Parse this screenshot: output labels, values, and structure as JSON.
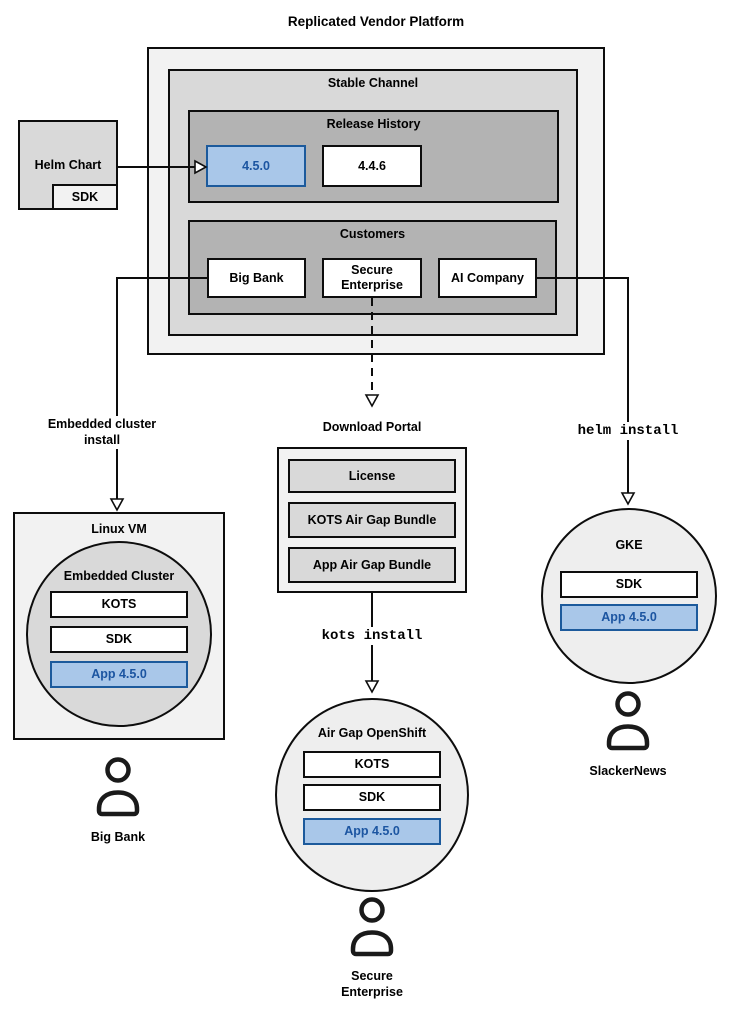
{
  "title": "Replicated Vendor Platform",
  "colors": {
    "gray_light": "#f2f2f2",
    "gray_mid": "#d9d9d9",
    "gray_dark": "#b3b3b3",
    "circle_fill": "#eeeeee",
    "blue_fill": "#a9c7e9",
    "blue_border": "#1c5a9c",
    "blue_text": "#1c55a1",
    "line": "#000000"
  },
  "platform": {
    "stable_channel": {
      "label": "Stable Channel",
      "release_history": {
        "label": "Release History",
        "releases": [
          {
            "version": "4.5.0",
            "highlighted": true
          },
          {
            "version": "4.4.6",
            "highlighted": false
          }
        ]
      },
      "customers": {
        "label": "Customers",
        "items": [
          {
            "name": "Big Bank"
          },
          {
            "name": "Secure Enterprise"
          },
          {
            "name": "AI Company"
          }
        ]
      }
    }
  },
  "helm_chart": {
    "label": "Helm Chart",
    "sdk": "SDK"
  },
  "edge_labels": {
    "embedded_cluster_install": "Embedded cluster install",
    "kots_install": "kots install",
    "helm_install": "helm install"
  },
  "download_portal": {
    "label": "Download Portal",
    "items": [
      {
        "name": "License"
      },
      {
        "name": "KOTS Air Gap Bundle"
      },
      {
        "name": "App Air Gap Bundle"
      }
    ]
  },
  "linux_vm": {
    "label": "Linux VM",
    "embedded_cluster": {
      "label": "Embedded Cluster",
      "components": [
        {
          "name": "KOTS",
          "highlighted": false
        },
        {
          "name": "SDK",
          "highlighted": false
        },
        {
          "name": "App 4.5.0",
          "highlighted": true
        }
      ]
    },
    "user": "Big Bank"
  },
  "air_gap_openshift": {
    "label": "Air Gap OpenShift",
    "components": [
      {
        "name": "KOTS",
        "highlighted": false
      },
      {
        "name": "SDK",
        "highlighted": false
      },
      {
        "name": "App 4.5.0",
        "highlighted": true
      }
    ],
    "user": "Secure Enterprise"
  },
  "gke": {
    "label": "GKE",
    "components": [
      {
        "name": "SDK",
        "highlighted": false
      },
      {
        "name": "App 4.5.0",
        "highlighted": true
      }
    ],
    "user": "SlackerNews"
  }
}
